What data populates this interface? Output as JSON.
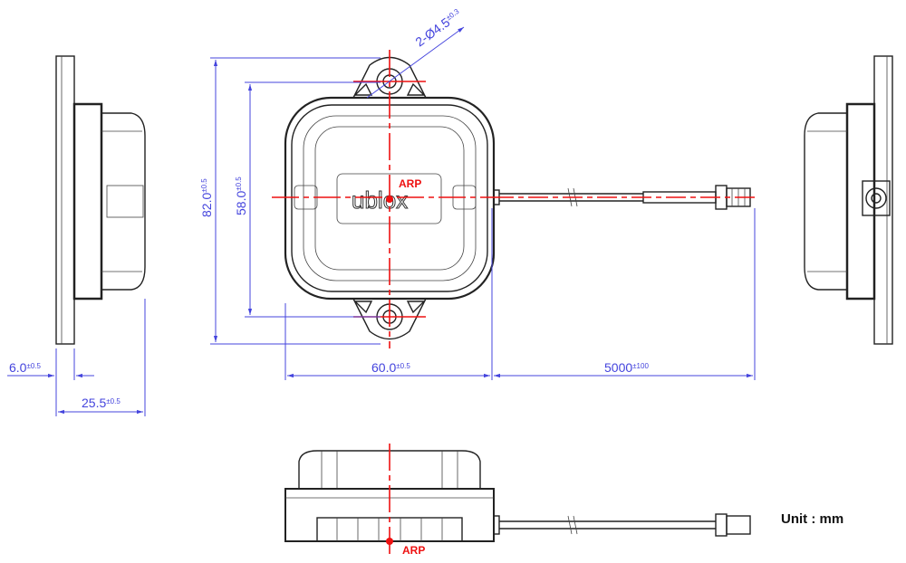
{
  "drawing": {
    "labels": {
      "arp_top": "ARP",
      "arp_bottom": "ARP",
      "logo": "ublox",
      "unit": "Unit : mm"
    },
    "dimensions": {
      "hole": {
        "value": "2-Ø4.5",
        "tol": "±0.3"
      },
      "height_total": {
        "value": "82.0",
        "tol": "±0.5"
      },
      "height_holes": {
        "value": "58.0",
        "tol": "±0.5"
      },
      "width": {
        "value": "60.0",
        "tol": "±0.5"
      },
      "cable": {
        "value": "5000",
        "tol": "±100"
      },
      "flange": {
        "value": "6.0",
        "tol": "±0.5"
      },
      "depth": {
        "value": "25.5",
        "tol": "±0.5"
      }
    },
    "colors": {
      "dimension": "#4444dd",
      "centerline": "#ee1111",
      "outline": "#222222"
    }
  }
}
